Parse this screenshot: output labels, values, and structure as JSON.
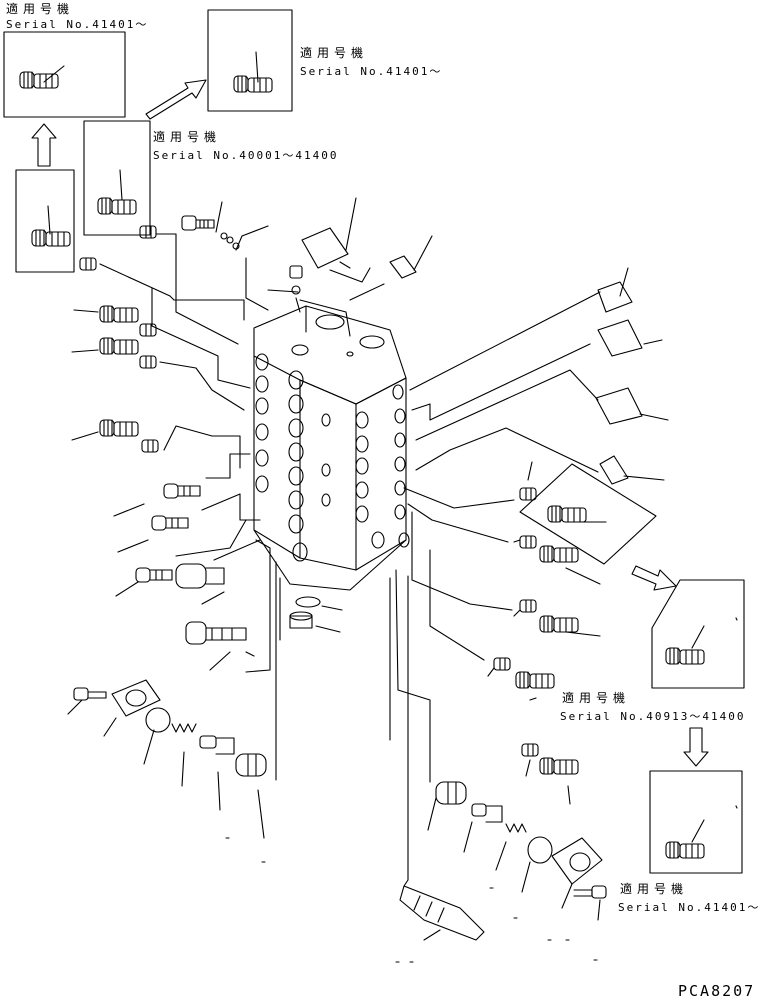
{
  "labels": {
    "applicable_jp": "適用号機",
    "serial_top_left": "Serial No.41401～",
    "serial_top_right": "Serial No.41401～",
    "serial_mid": "Serial No.40001～41400",
    "serial_right_mid": "Serial No.40913～41400",
    "serial_bottom_right": "Serial No.41401～",
    "drawing_code": "PCA8207"
  }
}
